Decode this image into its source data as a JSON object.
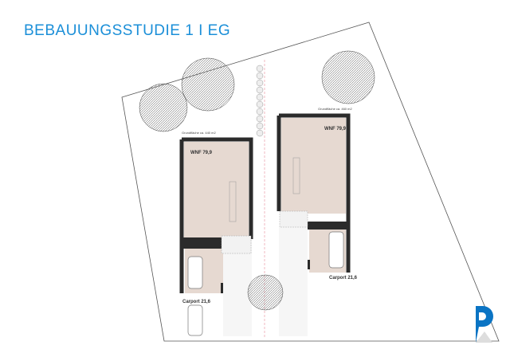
{
  "title": "BEBAUUNGSSTUDIE 1 I EG",
  "left_house": {
    "area_label": "Grundfläche ca. 440 m2",
    "wnf": "WNF 79,9",
    "carport": "Carport 21,6"
  },
  "right_house": {
    "area_label": "Grundfläche ca. 460 m2",
    "wnf": "WNF 79,9",
    "carport": "Carport 21,6"
  },
  "colors": {
    "title": "#1b8fd8",
    "floor": "#e6d9d1",
    "wall": "#2b2b2b",
    "logo": "#0a74c4",
    "axis": "#e88a9a"
  },
  "logo": {
    "icon": "brand-logo"
  }
}
